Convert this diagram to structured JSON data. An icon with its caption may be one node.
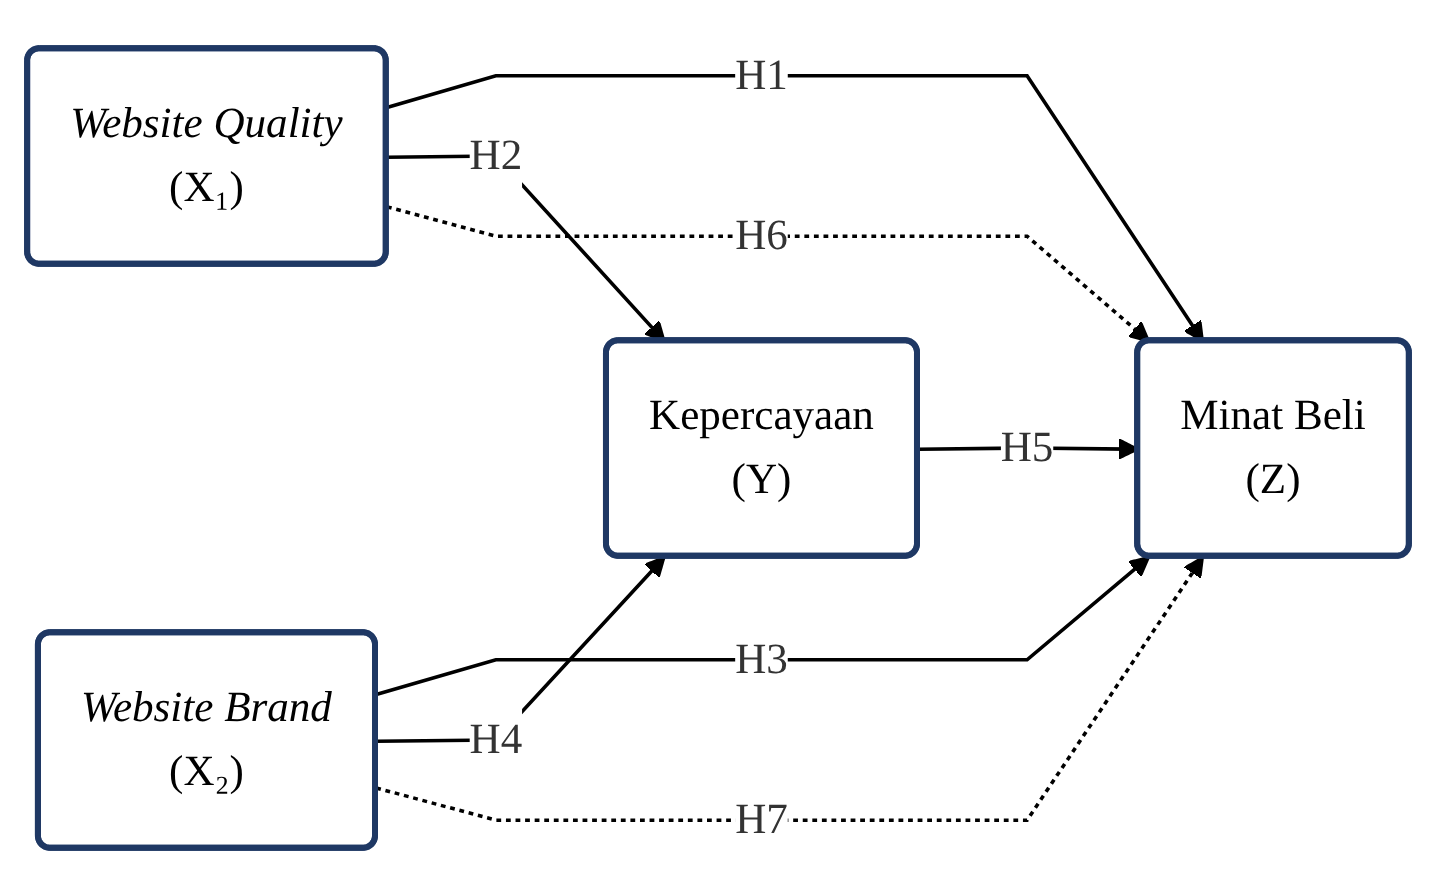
{
  "diagram": {
    "nodes": [
      {
        "text": [
          "Website Quality",
          "(X₁)"
        ]
      },
      {
        "text": [
          "Kepercayaan",
          "(Y)"
        ]
      },
      {
        "text": [
          "Minat Beli",
          "(Z)"
        ]
      },
      {
        "text": [
          "Website Brand",
          "(X₂)"
        ]
      }
    ],
    "edges": [
      {
        "from": 0,
        "to": 2,
        "arrow": "to",
        "label": "H1"
      },
      {
        "from": 0,
        "to": 1,
        "arrow": "to",
        "label": "H2"
      },
      {
        "from": 3,
        "to": 2,
        "arrow": "to",
        "label": "H3"
      },
      {
        "from": 3,
        "to": 1,
        "arrow": "to",
        "label": "H4"
      },
      {
        "from": 1,
        "to": 2,
        "arrow": "to",
        "label": "H5"
      },
      {
        "from": 0,
        "to": 2,
        "arrow": "to",
        "label": "H6",
        "style": "dashed"
      },
      {
        "from": 3,
        "to": 2,
        "arrow": "to",
        "label": "H7",
        "style": "dashed"
      }
    ]
  }
}
